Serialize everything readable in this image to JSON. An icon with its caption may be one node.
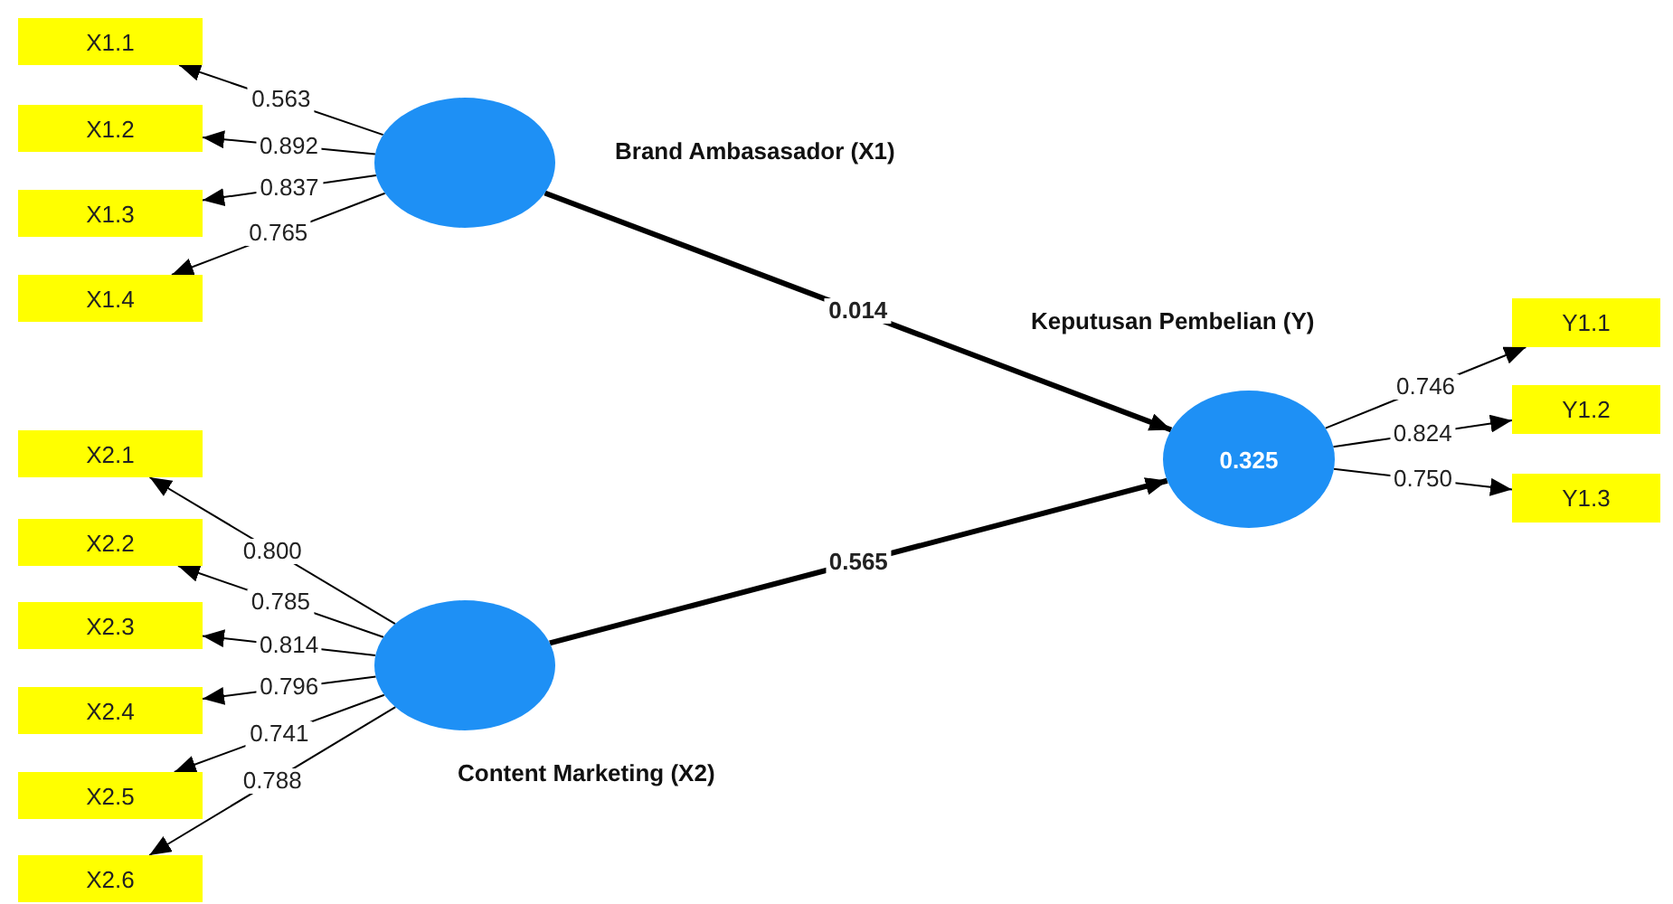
{
  "diagram": {
    "nodes": [
      {
        "text": [
          "X1.1"
        ]
      },
      {
        "text": [
          "X1.2"
        ]
      },
      {
        "text": [
          "X1.3"
        ]
      },
      {
        "text": [
          "X1.4"
        ]
      },
      {
        "text": [
          "Brand Ambasasador (X1)"
        ]
      },
      {
        "text": [
          "Keputusan Pembelian (Y)",
          "0.325"
        ]
      },
      {
        "text": [
          "Y1.1"
        ]
      },
      {
        "text": [
          "Y1.2"
        ]
      },
      {
        "text": [
          "Y1.3"
        ]
      },
      {
        "text": [
          "X2.1"
        ]
      },
      {
        "text": [
          "X2.2"
        ]
      },
      {
        "text": [
          "X2.3"
        ]
      },
      {
        "text": [
          "X2.4"
        ]
      },
      {
        "text": [
          "X2.5"
        ]
      },
      {
        "text": [
          "X2.6"
        ]
      },
      {
        "text": [
          "Content Marketing (X2)"
        ]
      }
    ],
    "edges": [
      {
        "from": 4,
        "to": 0,
        "arrow": "to",
        "label": "0.563"
      },
      {
        "from": 4,
        "to": 1,
        "arrow": "to",
        "label": "0.892"
      },
      {
        "from": 4,
        "to": 2,
        "arrow": "to",
        "label": "0.837"
      },
      {
        "from": 4,
        "to": 3,
        "arrow": "to",
        "label": "0.765"
      },
      {
        "from": 4,
        "to": 5,
        "arrow": "to",
        "label": "0.014",
        "style": "thick"
      },
      {
        "from": 5,
        "to": 6,
        "arrow": "to",
        "label": "0.746"
      },
      {
        "from": 5,
        "to": 7,
        "arrow": "to",
        "label": "0.824"
      },
      {
        "from": 5,
        "to": 8,
        "arrow": "to",
        "label": "0.750"
      },
      {
        "from": 15,
        "to": 9,
        "arrow": "to",
        "label": "0.800"
      },
      {
        "from": 15,
        "to": 10,
        "arrow": "to",
        "label": "0.785"
      },
      {
        "from": 15,
        "to": 11,
        "arrow": "to",
        "label": "0.814"
      },
      {
        "from": 15,
        "to": 12,
        "arrow": "to",
        "label": "0.796"
      },
      {
        "from": 15,
        "to": 13,
        "arrow": "to",
        "label": "0.741"
      },
      {
        "from": 15,
        "to": 14,
        "arrow": "to",
        "label": "0.788"
      },
      {
        "from": 15,
        "to": 5,
        "arrow": "to",
        "label": "0.565",
        "style": "thick"
      }
    ]
  }
}
